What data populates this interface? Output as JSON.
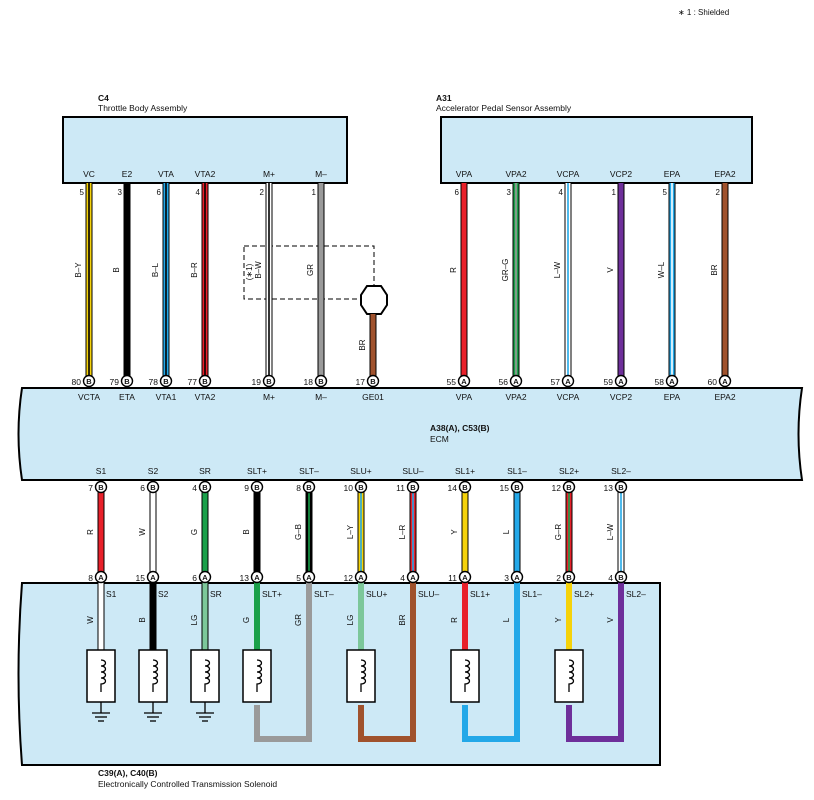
{
  "note": "∗ 1 : Shielded",
  "throttle": {
    "code": "C4",
    "name": "Throttle Body Assembly"
  },
  "pedal": {
    "code": "A31",
    "name": "Accelerator Pedal Sensor Assembly"
  },
  "ecm": {
    "code": "A38(A), C53(B)",
    "name": "ECM"
  },
  "solenoid": {
    "code": "C39(A), C40(B)",
    "name": "Electronically Controlled Transmission Solenoid"
  },
  "shield_label": "(∗1)",
  "ground_wire": {
    "color_code": "BR",
    "pin": "17",
    "conn": "B",
    "ecm_label": "GE01",
    "color": "#a0522d"
  },
  "top_wires": [
    {
      "top_label": "VC",
      "top_pin": "5",
      "color_code": "B–Y",
      "colors": [
        "#f5d20a",
        "#000000"
      ],
      "ecm_pin": "80",
      "ecm_conn": "B",
      "ecm_label": "VCTA"
    },
    {
      "top_label": "E2",
      "top_pin": "3",
      "color_code": "B",
      "colors": [
        "#000000"
      ],
      "ecm_pin": "79",
      "ecm_conn": "B",
      "ecm_label": "ETA"
    },
    {
      "top_label": "VTA",
      "top_pin": "6",
      "color_code": "B–L",
      "colors": [
        "#23a8e8",
        "#000000"
      ],
      "ecm_pin": "78",
      "ecm_conn": "B",
      "ecm_label": "VTA1"
    },
    {
      "top_label": "VTA2",
      "top_pin": "4",
      "color_code": "B–R",
      "colors": [
        "#e8202a",
        "#000000"
      ],
      "ecm_pin": "77",
      "ecm_conn": "B",
      "ecm_label": "VTA2"
    },
    {
      "top_label": "M+",
      "top_pin": "2",
      "color_code": "B–W",
      "colors": [
        "#ffffff",
        "#000000"
      ],
      "ecm_pin": "19",
      "ecm_conn": "B",
      "ecm_label": "M+"
    },
    {
      "top_label": "M–",
      "top_pin": "1",
      "color_code": "GR",
      "colors": [
        "#9a9a9a"
      ],
      "ecm_pin": "18",
      "ecm_conn": "B",
      "ecm_label": "M–"
    },
    {
      "top_label": "VPA",
      "top_pin": "6",
      "color_code": "R",
      "colors": [
        "#e8202a"
      ],
      "ecm_pin": "55",
      "ecm_conn": "A",
      "ecm_label": "VPA"
    },
    {
      "top_label": "VPA2",
      "top_pin": "3",
      "color_code": "GR–G",
      "colors": [
        "#1aa04a",
        "#9a9a9a"
      ],
      "ecm_pin": "56",
      "ecm_conn": "A",
      "ecm_label": "VPA2"
    },
    {
      "top_label": "VCPA",
      "top_pin": "4",
      "color_code": "L–W",
      "colors": [
        "#ffffff",
        "#23a8e8"
      ],
      "ecm_pin": "57",
      "ecm_conn": "A",
      "ecm_label": "VCPA"
    },
    {
      "top_label": "VCP2",
      "top_pin": "1",
      "color_code": "V",
      "colors": [
        "#6e2f9a"
      ],
      "ecm_pin": "59",
      "ecm_conn": "A",
      "ecm_label": "VCP2"
    },
    {
      "top_label": "EPA",
      "top_pin": "5",
      "color_code": "W–L",
      "colors": [
        "#23a8e8",
        "#ffffff"
      ],
      "ecm_pin": "58",
      "ecm_conn": "A",
      "ecm_label": "EPA"
    },
    {
      "top_label": "EPA2",
      "top_pin": "2",
      "color_code": "BR",
      "colors": [
        "#a0522d"
      ],
      "ecm_pin": "60",
      "ecm_conn": "A",
      "ecm_label": "EPA2"
    }
  ],
  "bottom_wires": [
    {
      "ecm_label": "S1",
      "ecm_pin": "7",
      "ecm_conn": "B",
      "color_code": "R",
      "colors": [
        "#e8202a"
      ],
      "sol_pin": "8",
      "sol_conn": "A",
      "sol_label": "S1",
      "sol_code": "W",
      "sol_color": "#ffffff"
    },
    {
      "ecm_label": "S2",
      "ecm_pin": "6",
      "ecm_conn": "B",
      "color_code": "W",
      "colors": [
        "#ffffff"
      ],
      "sol_pin": "15",
      "sol_conn": "A",
      "sol_label": "S2",
      "sol_code": "B",
      "sol_color": "#000000"
    },
    {
      "ecm_label": "SR",
      "ecm_pin": "4",
      "ecm_conn": "B",
      "color_code": "G",
      "colors": [
        "#1aa04a"
      ],
      "sol_pin": "6",
      "sol_conn": "A",
      "sol_label": "SR",
      "sol_code": "LG",
      "sol_color": "#7cc79a"
    },
    {
      "ecm_label": "SLT+",
      "ecm_pin": "9",
      "ecm_conn": "B",
      "color_code": "B",
      "colors": [
        "#000000"
      ],
      "sol_pin": "13",
      "sol_conn": "A",
      "sol_label": "SLT+",
      "sol_code": "G",
      "sol_color": "#1aa04a"
    },
    {
      "ecm_label": "SLT–",
      "ecm_pin": "8",
      "ecm_conn": "B",
      "color_code": "G–B",
      "colors": [
        "#000000",
        "#1aa04a"
      ],
      "sol_pin": "5",
      "sol_conn": "A",
      "sol_label": "SLT–",
      "sol_code": "GR",
      "sol_color": "#9a9a9a"
    },
    {
      "ecm_label": "SLU+",
      "ecm_pin": "10",
      "ecm_conn": "B",
      "color_code": "L–Y",
      "colors": [
        "#f5d20a",
        "#23a8e8"
      ],
      "sol_pin": "12",
      "sol_conn": "A",
      "sol_label": "SLU+",
      "sol_code": "LG",
      "sol_color": "#7cc79a"
    },
    {
      "ecm_label": "SLU–",
      "ecm_pin": "11",
      "ecm_conn": "B",
      "color_code": "L–R",
      "colors": [
        "#e8202a",
        "#23a8e8"
      ],
      "sol_pin": "4",
      "sol_conn": "A",
      "sol_label": "SLU–",
      "sol_code": "BR",
      "sol_color": "#a0522d"
    },
    {
      "ecm_label": "SL1+",
      "ecm_pin": "14",
      "ecm_conn": "B",
      "color_code": "Y",
      "colors": [
        "#f5d20a"
      ],
      "sol_pin": "11",
      "sol_conn": "A",
      "sol_label": "SL1+",
      "sol_code": "R",
      "sol_color": "#e8202a"
    },
    {
      "ecm_label": "SL1–",
      "ecm_pin": "15",
      "ecm_conn": "B",
      "color_code": "L",
      "colors": [
        "#23a8e8"
      ],
      "sol_pin": "3",
      "sol_conn": "A",
      "sol_label": "SL1–",
      "sol_code": "L",
      "sol_color": "#23a8e8"
    },
    {
      "ecm_label": "SL2+",
      "ecm_pin": "12",
      "ecm_conn": "B",
      "color_code": "G–R",
      "colors": [
        "#e8202a",
        "#1aa04a"
      ],
      "sol_pin": "2",
      "sol_conn": "B",
      "sol_label": "SL2+",
      "sol_code": "Y",
      "sol_color": "#f5d20a"
    },
    {
      "ecm_label": "SL2–",
      "ecm_pin": "13",
      "ecm_conn": "B",
      "color_code": "L–W",
      "colors": [
        "#ffffff",
        "#23a8e8"
      ],
      "sol_pin": "4",
      "sol_conn": "B",
      "sol_label": "SL2–",
      "sol_code": "V",
      "sol_color": "#6e2f9a"
    }
  ]
}
